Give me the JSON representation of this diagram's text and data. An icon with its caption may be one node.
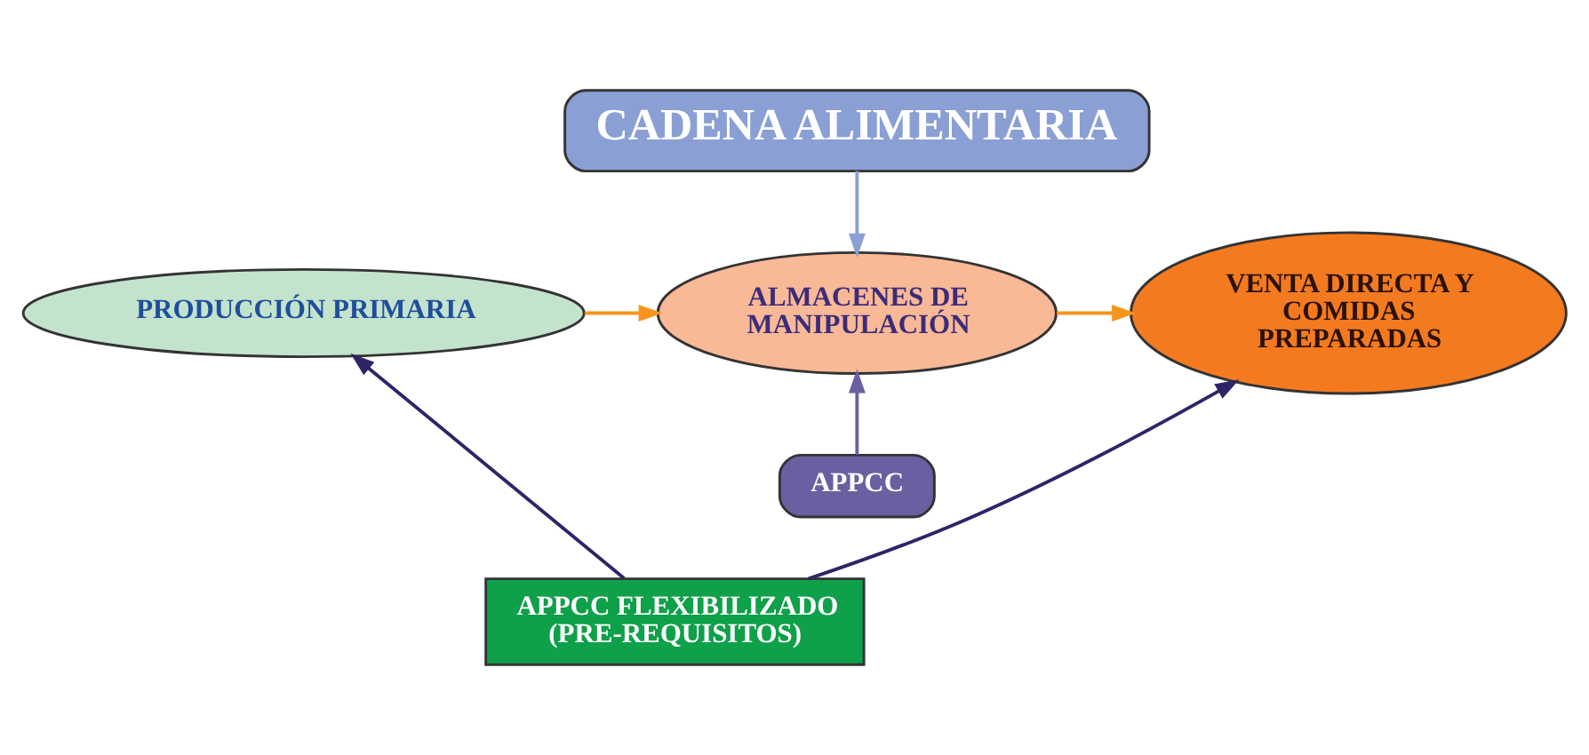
{
  "diagram": {
    "nodes": [
      {
        "text": [
          "CADENA ALIMENTARIA"
        ]
      },
      {
        "text": [
          "PRODUCCIÓN PRIMARIA"
        ]
      },
      {
        "text": [
          "ALMACENES DE MANIPULACIÓN"
        ]
      },
      {
        "text": [
          "VENTA DIRECTA Y COMIDAS PREPARADAS"
        ]
      },
      {
        "text": [
          "APPCC"
        ]
      },
      {
        "text": [
          "APPCC FLEXIBILIZADO (PRE-REQUISITOS)"
        ]
      }
    ],
    "edges": [
      {
        "from": 0,
        "to": 2,
        "arrow": "to",
        "color": "#8a9fd4"
      },
      {
        "from": 1,
        "to": 2,
        "arrow": "to",
        "color": "#f7941d"
      },
      {
        "from": 2,
        "to": 3,
        "arrow": "to",
        "color": "#f7941d"
      },
      {
        "from": 4,
        "to": 2,
        "arrow": "to",
        "color": "#6a5fa0"
      },
      {
        "from": 5,
        "to": 1,
        "arrow": "to",
        "color": "#2e2466"
      },
      {
        "from": 5,
        "to": 3,
        "arrow": "to",
        "color": "#2e2466"
      }
    ]
  }
}
